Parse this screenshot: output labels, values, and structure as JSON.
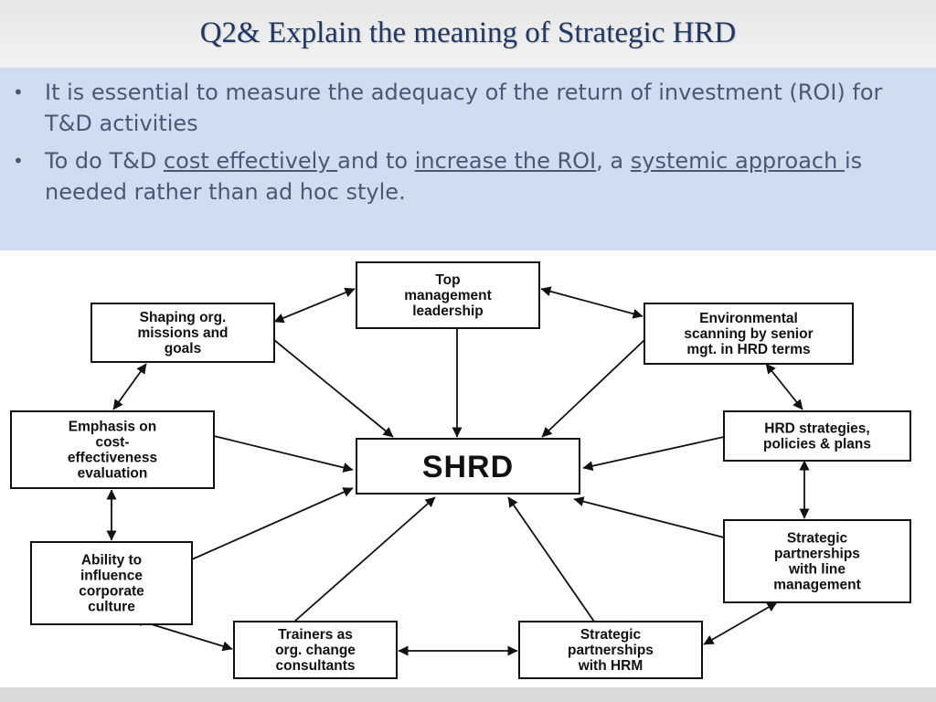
{
  "slide": {
    "title": "Q2& Explain the meaning of Strategic HRD",
    "bullets": [
      {
        "segments": [
          {
            "text": "It is essential to measure the adequacy of the return of investment (ROI) for T&D activities",
            "underline": false
          }
        ]
      },
      {
        "segments": [
          {
            "text": "To do T&D ",
            "underline": false
          },
          {
            "text": "cost effectively ",
            "underline": true
          },
          {
            "text": "and to ",
            "underline": false
          },
          {
            "text": "increase the ROI",
            "underline": true
          },
          {
            "text": ", a ",
            "underline": false
          },
          {
            "text": "systemic approach ",
            "underline": true
          },
          {
            "text": "is needed rather than ad hoc style.",
            "underline": false
          }
        ]
      }
    ]
  },
  "diagram": {
    "center": {
      "id": "shrd",
      "lines": [
        "SHRD"
      ]
    },
    "nodes": [
      {
        "id": "top-management",
        "lines": [
          "Top",
          "management",
          "leadership"
        ]
      },
      {
        "id": "environmental-scanning",
        "lines": [
          "Environmental",
          "scanning by senior",
          "mgt. in HRD terms"
        ]
      },
      {
        "id": "hrd-strategies",
        "lines": [
          "HRD strategies,",
          "policies & plans"
        ]
      },
      {
        "id": "partnerships-line",
        "lines": [
          "Strategic",
          "partnerships",
          "with line",
          "management"
        ]
      },
      {
        "id": "partnerships-hrm",
        "lines": [
          "Strategic",
          "partnerships",
          "with HRM"
        ]
      },
      {
        "id": "trainers",
        "lines": [
          "Trainers as",
          "org. change",
          "consultants"
        ]
      },
      {
        "id": "corporate-culture",
        "lines": [
          "Ability to",
          "influence",
          "corporate",
          "culture"
        ]
      },
      {
        "id": "cost-effectiveness",
        "lines": [
          "Emphasis on",
          "cost-",
          "effectiveness",
          "evaluation"
        ]
      },
      {
        "id": "shaping-missions",
        "lines": [
          "Shaping org.",
          "missions and",
          "goals"
        ]
      }
    ],
    "colors": {
      "title": "#1f3864",
      "text": "#4a5875",
      "panel": "#d0ddf0",
      "line": "#111111"
    }
  }
}
